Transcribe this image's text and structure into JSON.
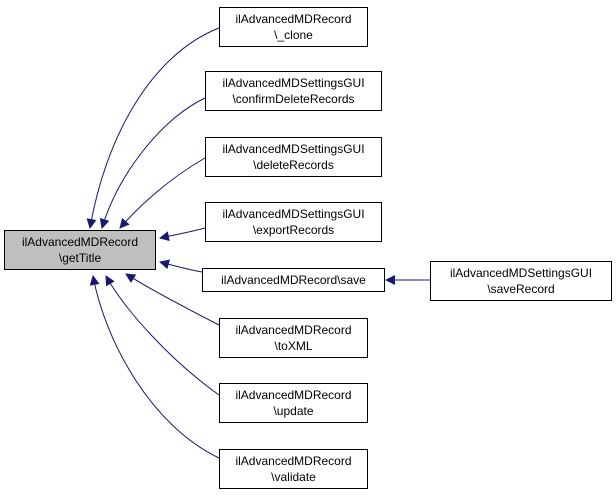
{
  "diagram": {
    "focus": {
      "line1": "ilAdvancedMDRecord",
      "line2": "\\getTitle"
    },
    "callers": [
      {
        "id": "clone",
        "line1": "ilAdvancedMDRecord",
        "line2": "\\_clone"
      },
      {
        "id": "confirm",
        "line1": "ilAdvancedMDSettingsGUI",
        "line2": "\\confirmDeleteRecords"
      },
      {
        "id": "delete",
        "line1": "ilAdvancedMDSettingsGUI",
        "line2": "\\deleteRecords"
      },
      {
        "id": "export",
        "line1": "ilAdvancedMDSettingsGUI",
        "line2": "\\exportRecords"
      },
      {
        "id": "save",
        "line1": "ilAdvancedMDRecord\\save",
        "line2": ""
      },
      {
        "id": "toxml",
        "line1": "ilAdvancedMDRecord",
        "line2": "\\toXML"
      },
      {
        "id": "update",
        "line1": "ilAdvancedMDRecord",
        "line2": "\\update"
      },
      {
        "id": "validate",
        "line1": "ilAdvancedMDRecord",
        "line2": "\\validate"
      }
    ],
    "second_level": {
      "id": "saverecord",
      "line1": "ilAdvancedMDSettingsGUI",
      "line2": "\\saveRecord"
    },
    "colors": {
      "edge": "#191970",
      "focus_fill": "#bfbfbf",
      "node_border": "#000000"
    }
  }
}
